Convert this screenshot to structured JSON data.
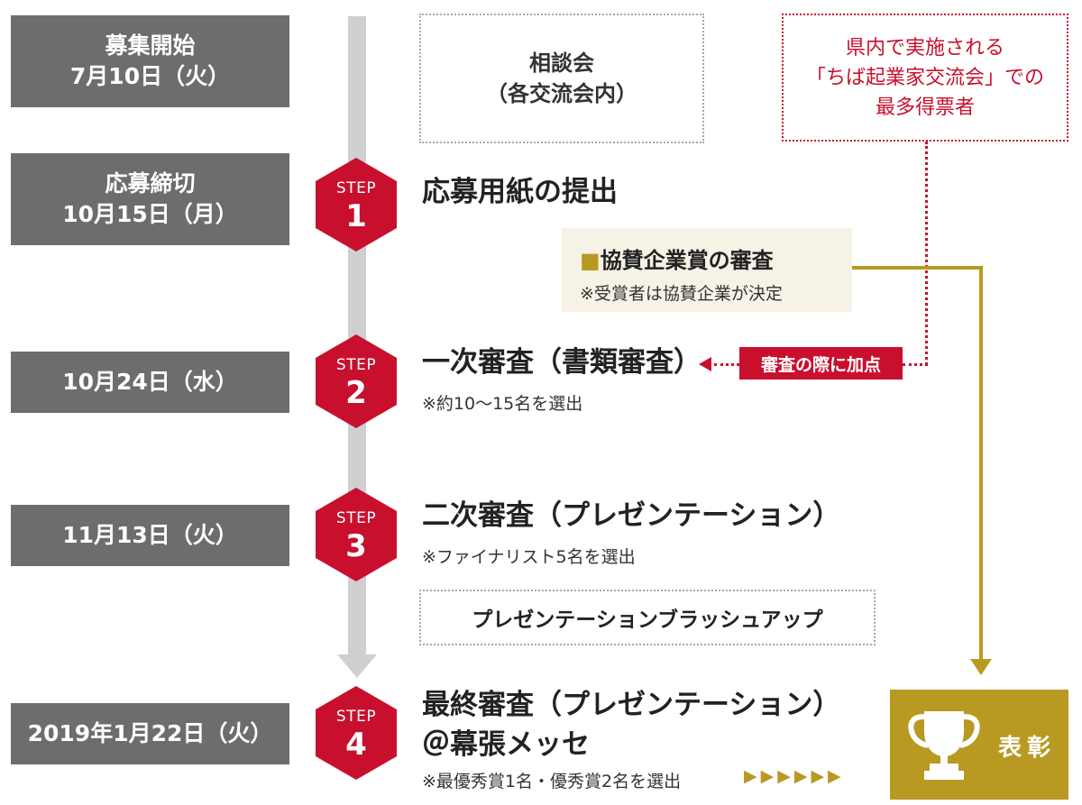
{
  "dates": [
    {
      "line1": "募集開始",
      "line2": "7月10日（火）"
    },
    {
      "line1": "応募締切",
      "line2": "10月15日（月）"
    },
    {
      "line1": "10月24日（水）"
    },
    {
      "line1": "11月13日（火）"
    },
    {
      "line1": "2019年1月22日（火）"
    }
  ],
  "consultation": {
    "line1": "相談会",
    "line2": "（各交流会内）"
  },
  "prefecture_box": {
    "line1": "県内で実施される",
    "line2": "「ちば起業家交流会」での",
    "line3": "最多得票者"
  },
  "steps": [
    {
      "label": "STEP",
      "number": "1",
      "title": "応募用紙の提出"
    },
    {
      "label": "STEP",
      "number": "2",
      "title": "一次審査（書類審査）",
      "note": "※約10～15名を選出"
    },
    {
      "label": "STEP",
      "number": "3",
      "title": "二次審査（プレゼンテーション）",
      "note": "※ファイナリスト5名を選出"
    },
    {
      "label": "STEP",
      "number": "4",
      "title_line1": "最終審査（プレゼンテーション）",
      "title_line2": "＠幕張メッセ",
      "note": "※最優秀賞1名・優秀賞2名を選出"
    }
  ],
  "sponsor": {
    "marker": "■",
    "title": "協賛企業賞の審査",
    "note": "※受賞者は協賛企業が決定"
  },
  "bonus_label": "審査の際に加点",
  "brushup_label": "プレゼンテーションブラッシュアップ",
  "award": {
    "label": "表彰"
  },
  "final_arrows": "▶▶▶▶▶▶",
  "colors": {
    "red": "#c8102e",
    "gold": "#b89a22",
    "grey_box": "#6d6d6d",
    "timeline": "#cfcfcf",
    "sponsor_bg": "#f6f2e6"
  }
}
